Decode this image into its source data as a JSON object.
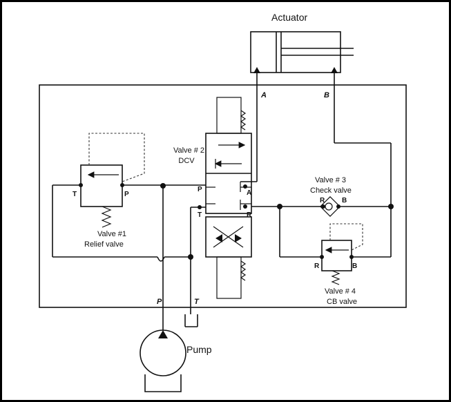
{
  "colors": {
    "line": "#111111",
    "frame": "#000000",
    "background": "#ffffff"
  },
  "labels": {
    "actuator": "Actuator",
    "port_a_top": "A",
    "port_b_top": "B",
    "valve2_name": "Valve # 2",
    "valve2_type": "DCV",
    "valve1_name": "Valve #1",
    "valve1_type": "Relief valve",
    "valve1_t": "T",
    "valve1_p": "P",
    "dcv_p": "P",
    "dcv_t": "T",
    "dcv_a": "A",
    "dcv_r": "R",
    "valve3_name": "Valve # 3",
    "valve3_type": "Check valve",
    "valve3_r": "R",
    "valve3_b": "B",
    "valve4_name": "Valve # 4",
    "valve4_type": "CB valve",
    "valve4_r": "R",
    "valve4_b": "B",
    "pump_p": "P",
    "pump_t": "T",
    "pump": "Pump"
  }
}
